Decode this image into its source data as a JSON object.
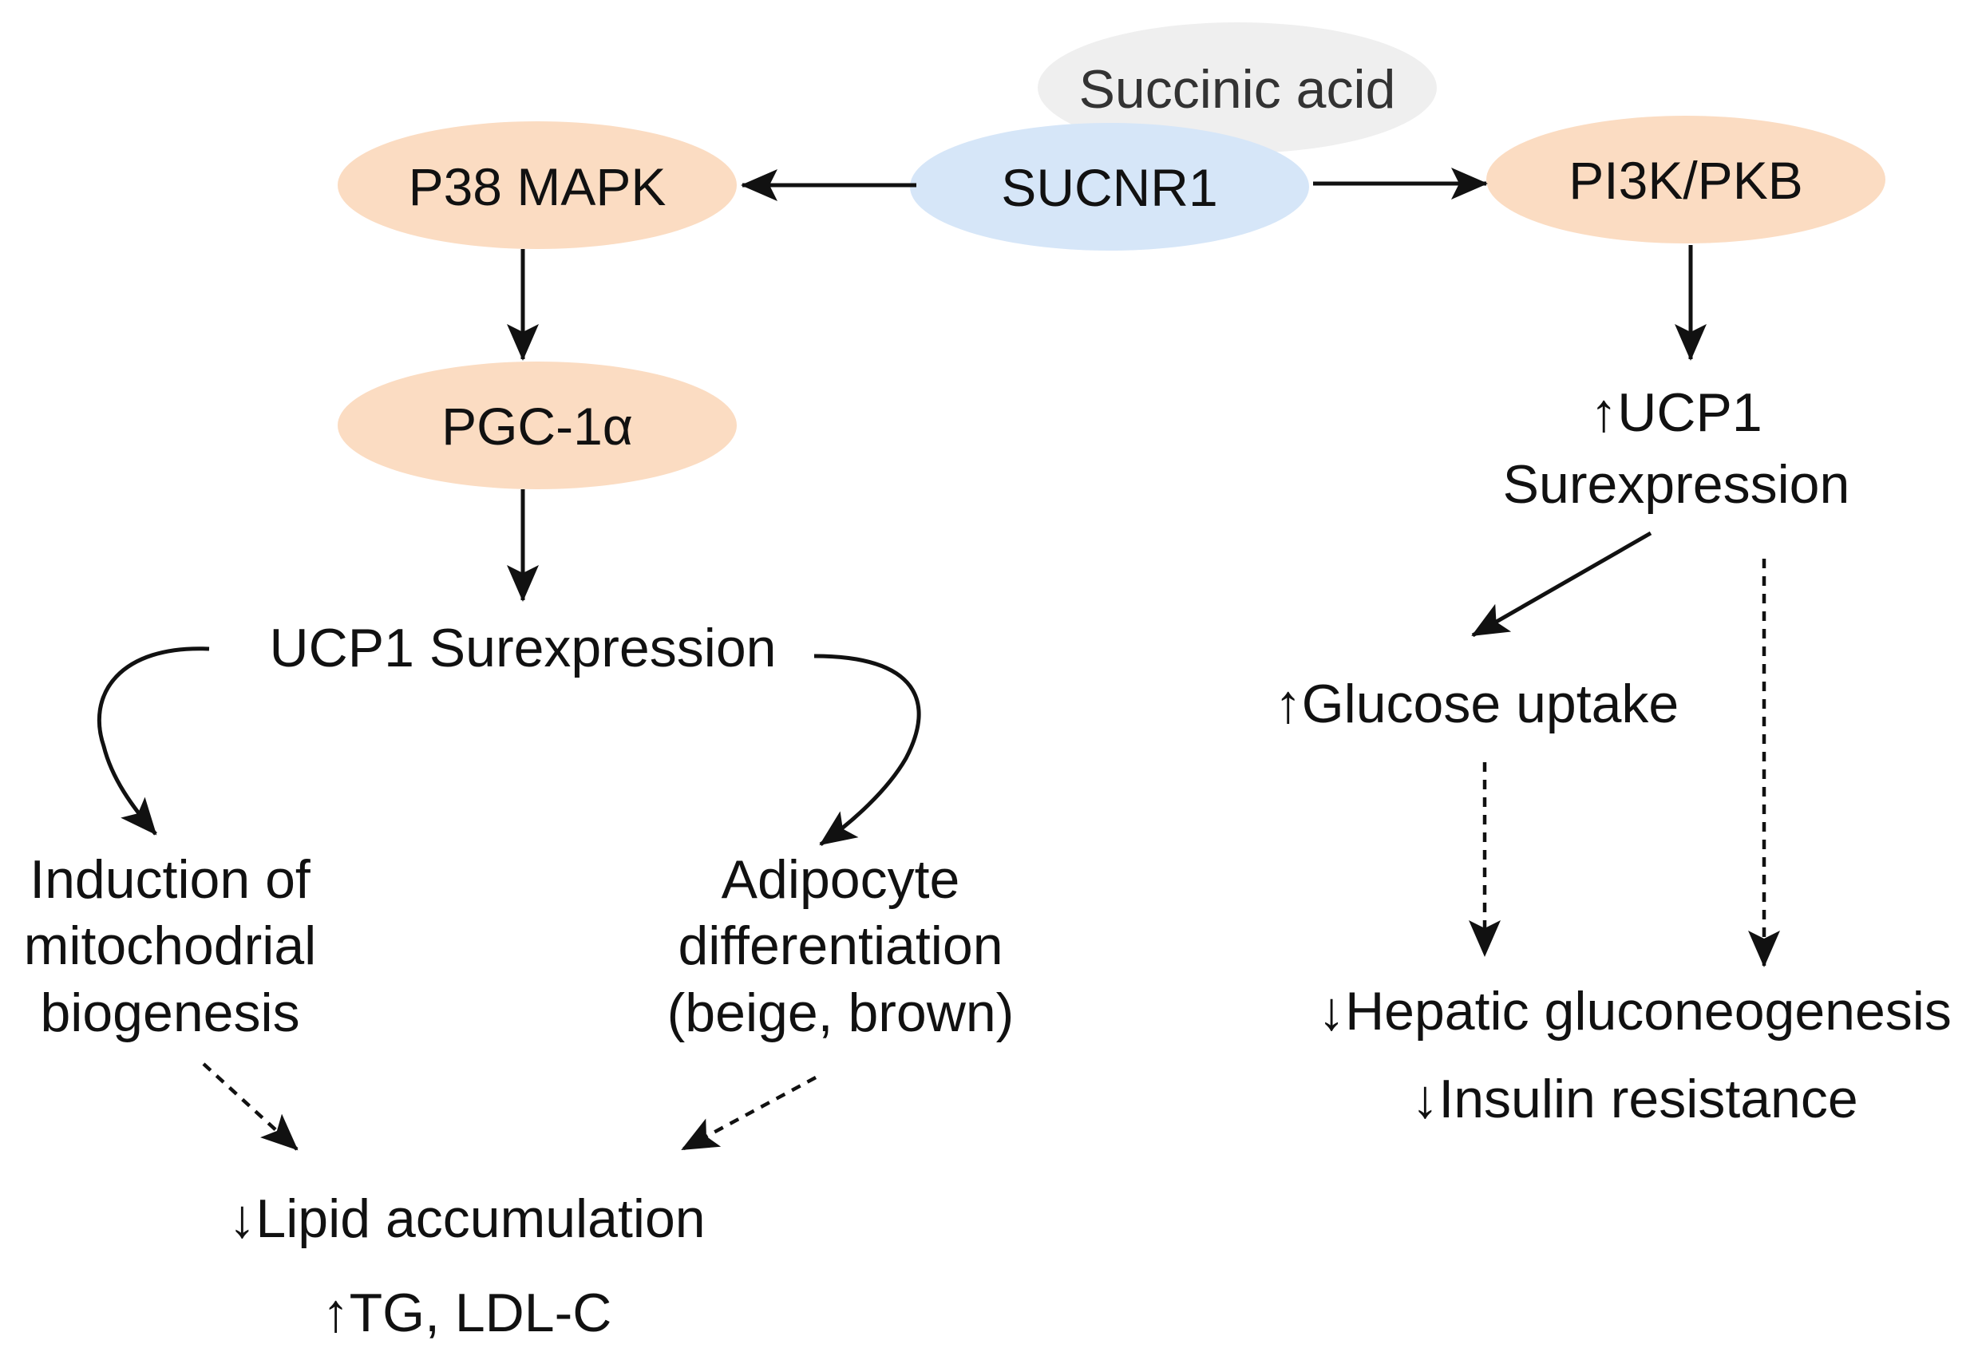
{
  "colors": {
    "kinase_fill": "#fbdcc2",
    "receptor_fill": "#d6e6f8",
    "ligand_fill": "#efefef",
    "text": "#111111",
    "line": "#111111"
  },
  "nodes": {
    "ligand": "Succinic acid",
    "receptor": "SUCNR1",
    "left_kinase": "P38 MAPK",
    "left_coactivator": "PGC-1α",
    "right_kinase": "PI3K/PKB"
  },
  "left_branch": {
    "ucp1": "UCP1 Surexpression",
    "mito": [
      "Induction of",
      "mitochodrial",
      "biogenesis"
    ],
    "adipocyte": [
      "Adipocyte",
      "differentiation",
      "(beige, brown)"
    ],
    "lipid": "↓Lipid accumulation",
    "tg": "↑TG, LDL-C"
  },
  "right_branch": {
    "ucp1": [
      "↑UCP1",
      "Surexpression"
    ],
    "glucose": "↑Glucose uptake",
    "hepatic": "↓Hepatic gluconeogenesis",
    "insulin": "↓Insulin resistance"
  }
}
